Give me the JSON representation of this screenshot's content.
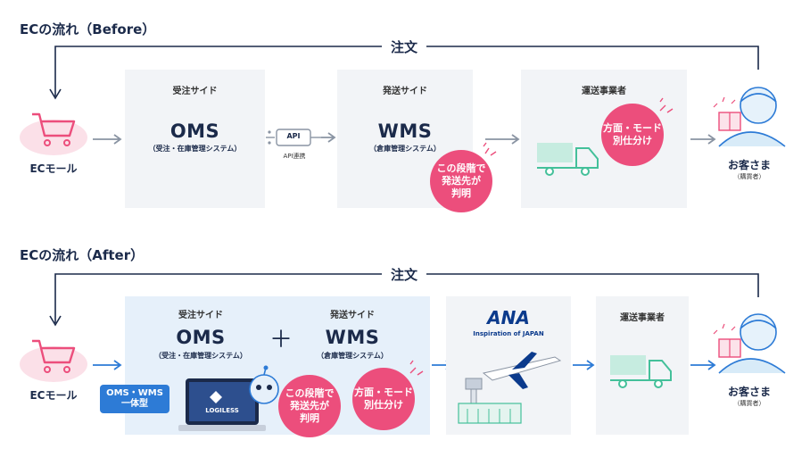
{
  "before": {
    "title": "ECの流れ（Before）",
    "order_label": "注文",
    "mall_label": "ECモール",
    "oms": {
      "side_label": "受注サイド",
      "name": "OMS",
      "desc": "（受注・在庫管理システム）"
    },
    "api_badge": "API",
    "api_label": "API連携",
    "wms": {
      "side_label": "発送サイド",
      "name": "WMS",
      "desc": "（倉庫管理システム）"
    },
    "bubble_wms": [
      "この段階で",
      "発送先が",
      "判明"
    ],
    "carrier_label": "運送事業者",
    "bubble_carrier": [
      "方面・モード",
      "別仕分け"
    ],
    "customer_label": "お客さま",
    "customer_sub": "（購買者）"
  },
  "after": {
    "title": "ECの流れ（After）",
    "order_label": "注文",
    "mall_label": "ECモール",
    "oms": {
      "side_label": "受注サイド",
      "name": "OMS",
      "desc": "（受注・在庫管理システム）"
    },
    "plus": "＋",
    "wms": {
      "side_label": "発送サイド",
      "name": "WMS",
      "desc": "（倉庫管理システム）"
    },
    "integrated_badge": [
      "OMS・WMS",
      "一体型"
    ],
    "logiless_label": "LOGILESS",
    "bubble_stage": [
      "この段階で",
      "発送先が",
      "判明"
    ],
    "bubble_sort": [
      "方面・モード",
      "別仕分け"
    ],
    "ana_logo": "ANA",
    "ana_tagline": "Inspiration of JAPAN",
    "carrier_label": "運送事業者",
    "customer_label": "お客さま",
    "customer_sub": "（購買者）"
  },
  "colors": {
    "navy": "#1b2a4a",
    "pink": "#ec4e7c",
    "blue": "#2d7bd6",
    "gray_arrow": "#8a94a3",
    "box_gray": "#f2f4f7",
    "box_blue": "#e6f0fa"
  }
}
